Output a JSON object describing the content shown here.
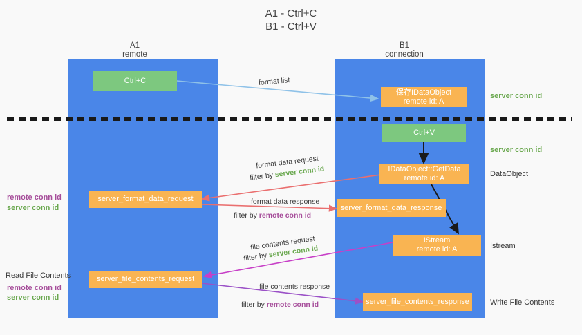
{
  "title": {
    "line1": "A1 - Ctrl+C",
    "line2": "B1 - Ctrl+V"
  },
  "columns": [
    {
      "name": "A1",
      "sub": "remote"
    },
    {
      "name": "B1",
      "sub": "connection"
    }
  ],
  "nodes": {
    "ctrl_c": "Ctrl+C",
    "ctrl_v": "Ctrl+V",
    "save_idataobject_l1": "保存IDataObject",
    "save_idataobject_l2": "remote id: A",
    "getdata_l1": "IDataObject::GetData",
    "getdata_l2": "remote id: A",
    "istream_l1": "IStream",
    "istream_l2": "remote id: A",
    "server_format_data_request": "server_format_data_request",
    "server_format_data_response": "server_format_data_response",
    "server_file_contents_request": "server_file_contents_request",
    "server_file_contents_response": "server_file_contents_response"
  },
  "edges": {
    "format_list": "format list",
    "format_data_request": "format data request",
    "format_data_response": "format data response",
    "file_contents_request": "file contents request",
    "file_contents_response": "file contents response",
    "filter_by": "filter by",
    "server_conn_id": "server conn id",
    "remote_conn_id": "remote conn id"
  },
  "right_labels": {
    "server_conn_id_top": "server conn id",
    "server_conn_id_mid": "server conn id",
    "dataobject": "DataObject",
    "istream": "Istream",
    "write_file_contents": "Write File Contents"
  },
  "left_labels": {
    "remote_conn_id_1": "remote conn id",
    "server_conn_id_1": "server conn id",
    "read_file_contents": "Read File Contents",
    "remote_conn_id_2": "remote conn id",
    "server_conn_id_2": "server conn id"
  },
  "colors": {
    "panel_blue": "#4a86e8",
    "node_orange": "#f9b452",
    "node_green": "#7dc87f",
    "green_text": "#6aa84f",
    "purple_text": "#a64d9a",
    "arrow_lightblue": "#8fc2e8",
    "arrow_red": "#ea6f6f",
    "arrow_magenta": "#c73fc7",
    "arrow_purple": "#9b51c7",
    "arrow_black": "#1a1a1a",
    "background": "#f9f9f9"
  }
}
